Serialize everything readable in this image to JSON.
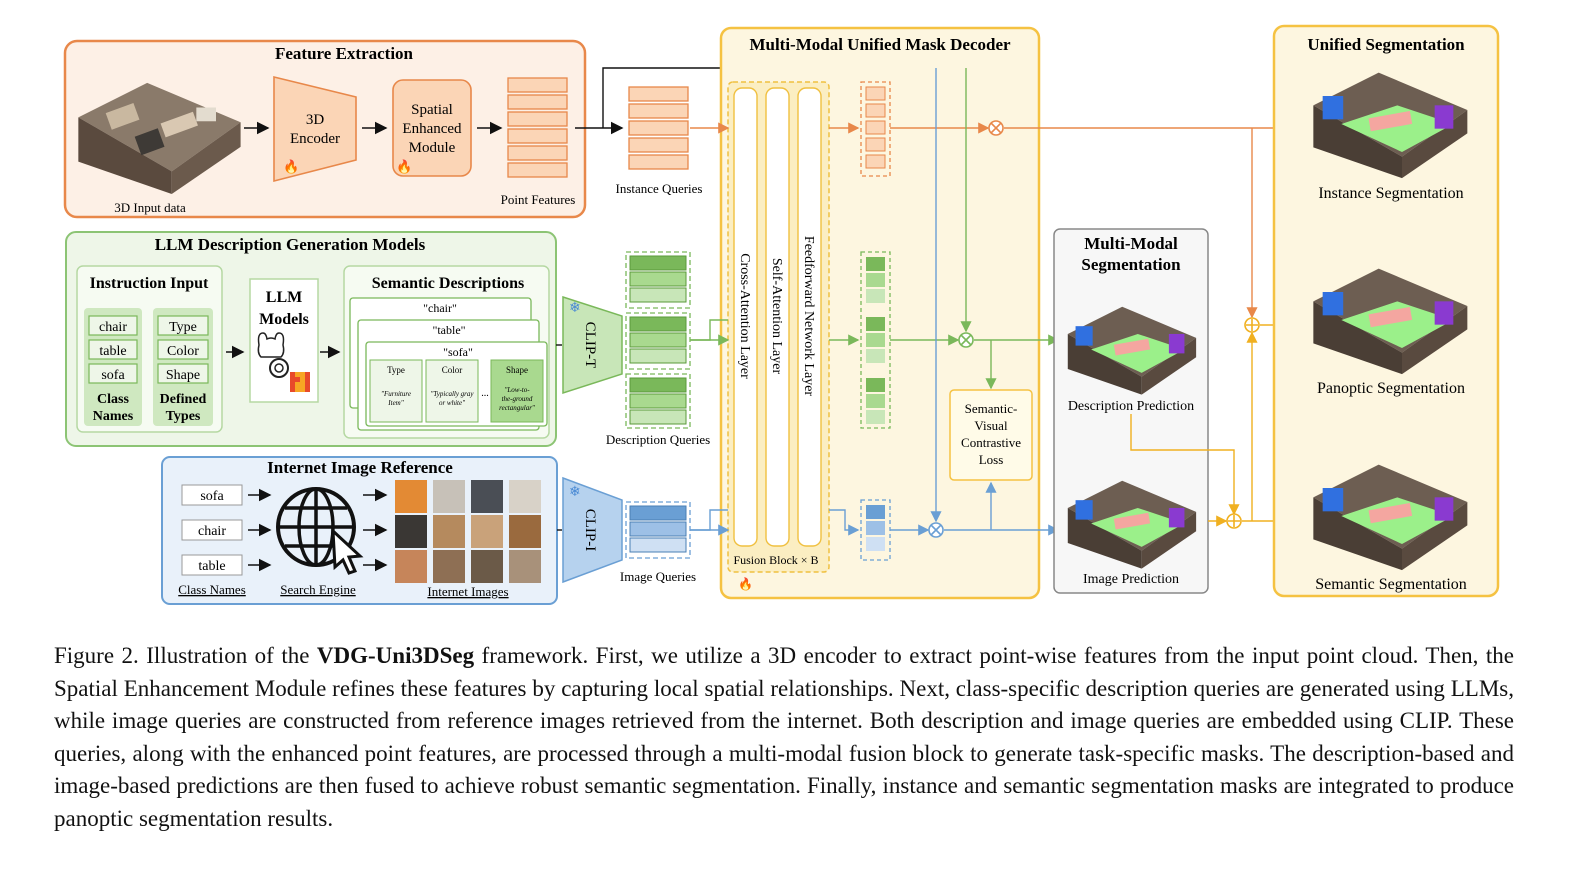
{
  "feature_extraction": {
    "title": "Feature Extraction",
    "input_label": "3D Input data",
    "encoder_line1": "3D",
    "encoder_line2": "Encoder",
    "sem_line1": "Spatial",
    "sem_line2": "Enhanced",
    "sem_line3": "Module",
    "point_features_label": "Point Features"
  },
  "llm": {
    "title": "LLM Description Generation Models",
    "instruction_title": "Instruction Input",
    "class_names": [
      "chair",
      "table",
      "sofa"
    ],
    "class_names_label_1": "Class",
    "class_names_label_2": "Names",
    "types": [
      "Type",
      "Color",
      "Shape"
    ],
    "types_label_1": "Defined",
    "types_label_2": "Types",
    "models_line1": "LLM",
    "models_line2": "Models",
    "semantic_title": "Semantic Descriptions",
    "card_labels": [
      "\"chair\"",
      "\"table\"",
      "\"sofa\""
    ],
    "card_type_head": "Type",
    "card_type_val_1": "\"Furniture",
    "card_type_val_2": "Item\"",
    "card_color_head": "Color",
    "card_color_val_1": "\"Typically gray",
    "card_color_val_2": "or white\"",
    "card_ellipsis": "...",
    "card_shape_head": "Shape",
    "card_shape_val_1": "\"Low-to-",
    "card_shape_val_2": "the-ground",
    "card_shape_val_3": "rectangular\""
  },
  "internet": {
    "title": "Internet Image Reference",
    "class_names": [
      "sofa",
      "chair",
      "table"
    ],
    "class_names_label": "Class Names",
    "search_label": "Search Engine",
    "images_label": "Internet Images"
  },
  "clip_t": "CLIP-T",
  "clip_i": "CLIP-I",
  "queries": {
    "instance": "Instance Queries",
    "description": "Description Queries",
    "image": "Image Queries"
  },
  "decoder": {
    "title": "Multi-Modal Unified Mask Decoder",
    "layers": [
      "Cross-Attention Layer",
      "Self-Attention Layer",
      "Feedforward Network Layer"
    ],
    "fusion_label": "Fusion Block × B",
    "loss_line1": "Semantic-",
    "loss_line2": "Visual",
    "loss_line3": "Contrastive",
    "loss_line4": "Loss"
  },
  "mm_seg": {
    "title_line1": "Multi-Modal",
    "title_line2": "Segmentation",
    "desc_pred": "Description Prediction",
    "img_pred": "Image Prediction"
  },
  "unified": {
    "title": "Unified Segmentation",
    "instance": "Instance Segmentation",
    "panoptic": "Panoptic Segmentation",
    "semantic": "Semantic Segmentation"
  },
  "caption": {
    "prefix": "Figure 2. Illustration of the ",
    "bold": "VDG-Uni3DSeg",
    "body": " framework. First, we utilize a 3D encoder to extract point-wise features from the input point cloud. Then, the Spatial Enhancement Module refines these features by capturing local spatial relationships. Next, class-specific description queries are generated using LLMs, while image queries are constructed from reference images retrieved from the internet. Both description and image queries are embedded using CLIP. These queries, along with the enhanced point features, are processed through a multi-modal fusion block to generate task-specific masks. The description-based and image-based predictions are then fused to achieve robust semantic segmentation. Finally, instance and semantic segmentation masks are integrated to produce panoptic segmentation results."
  },
  "colors": {
    "orange": "#e8884a",
    "green": "#7ab85a",
    "blue": "#6a9fd4",
    "yellow": "#f5c242"
  }
}
